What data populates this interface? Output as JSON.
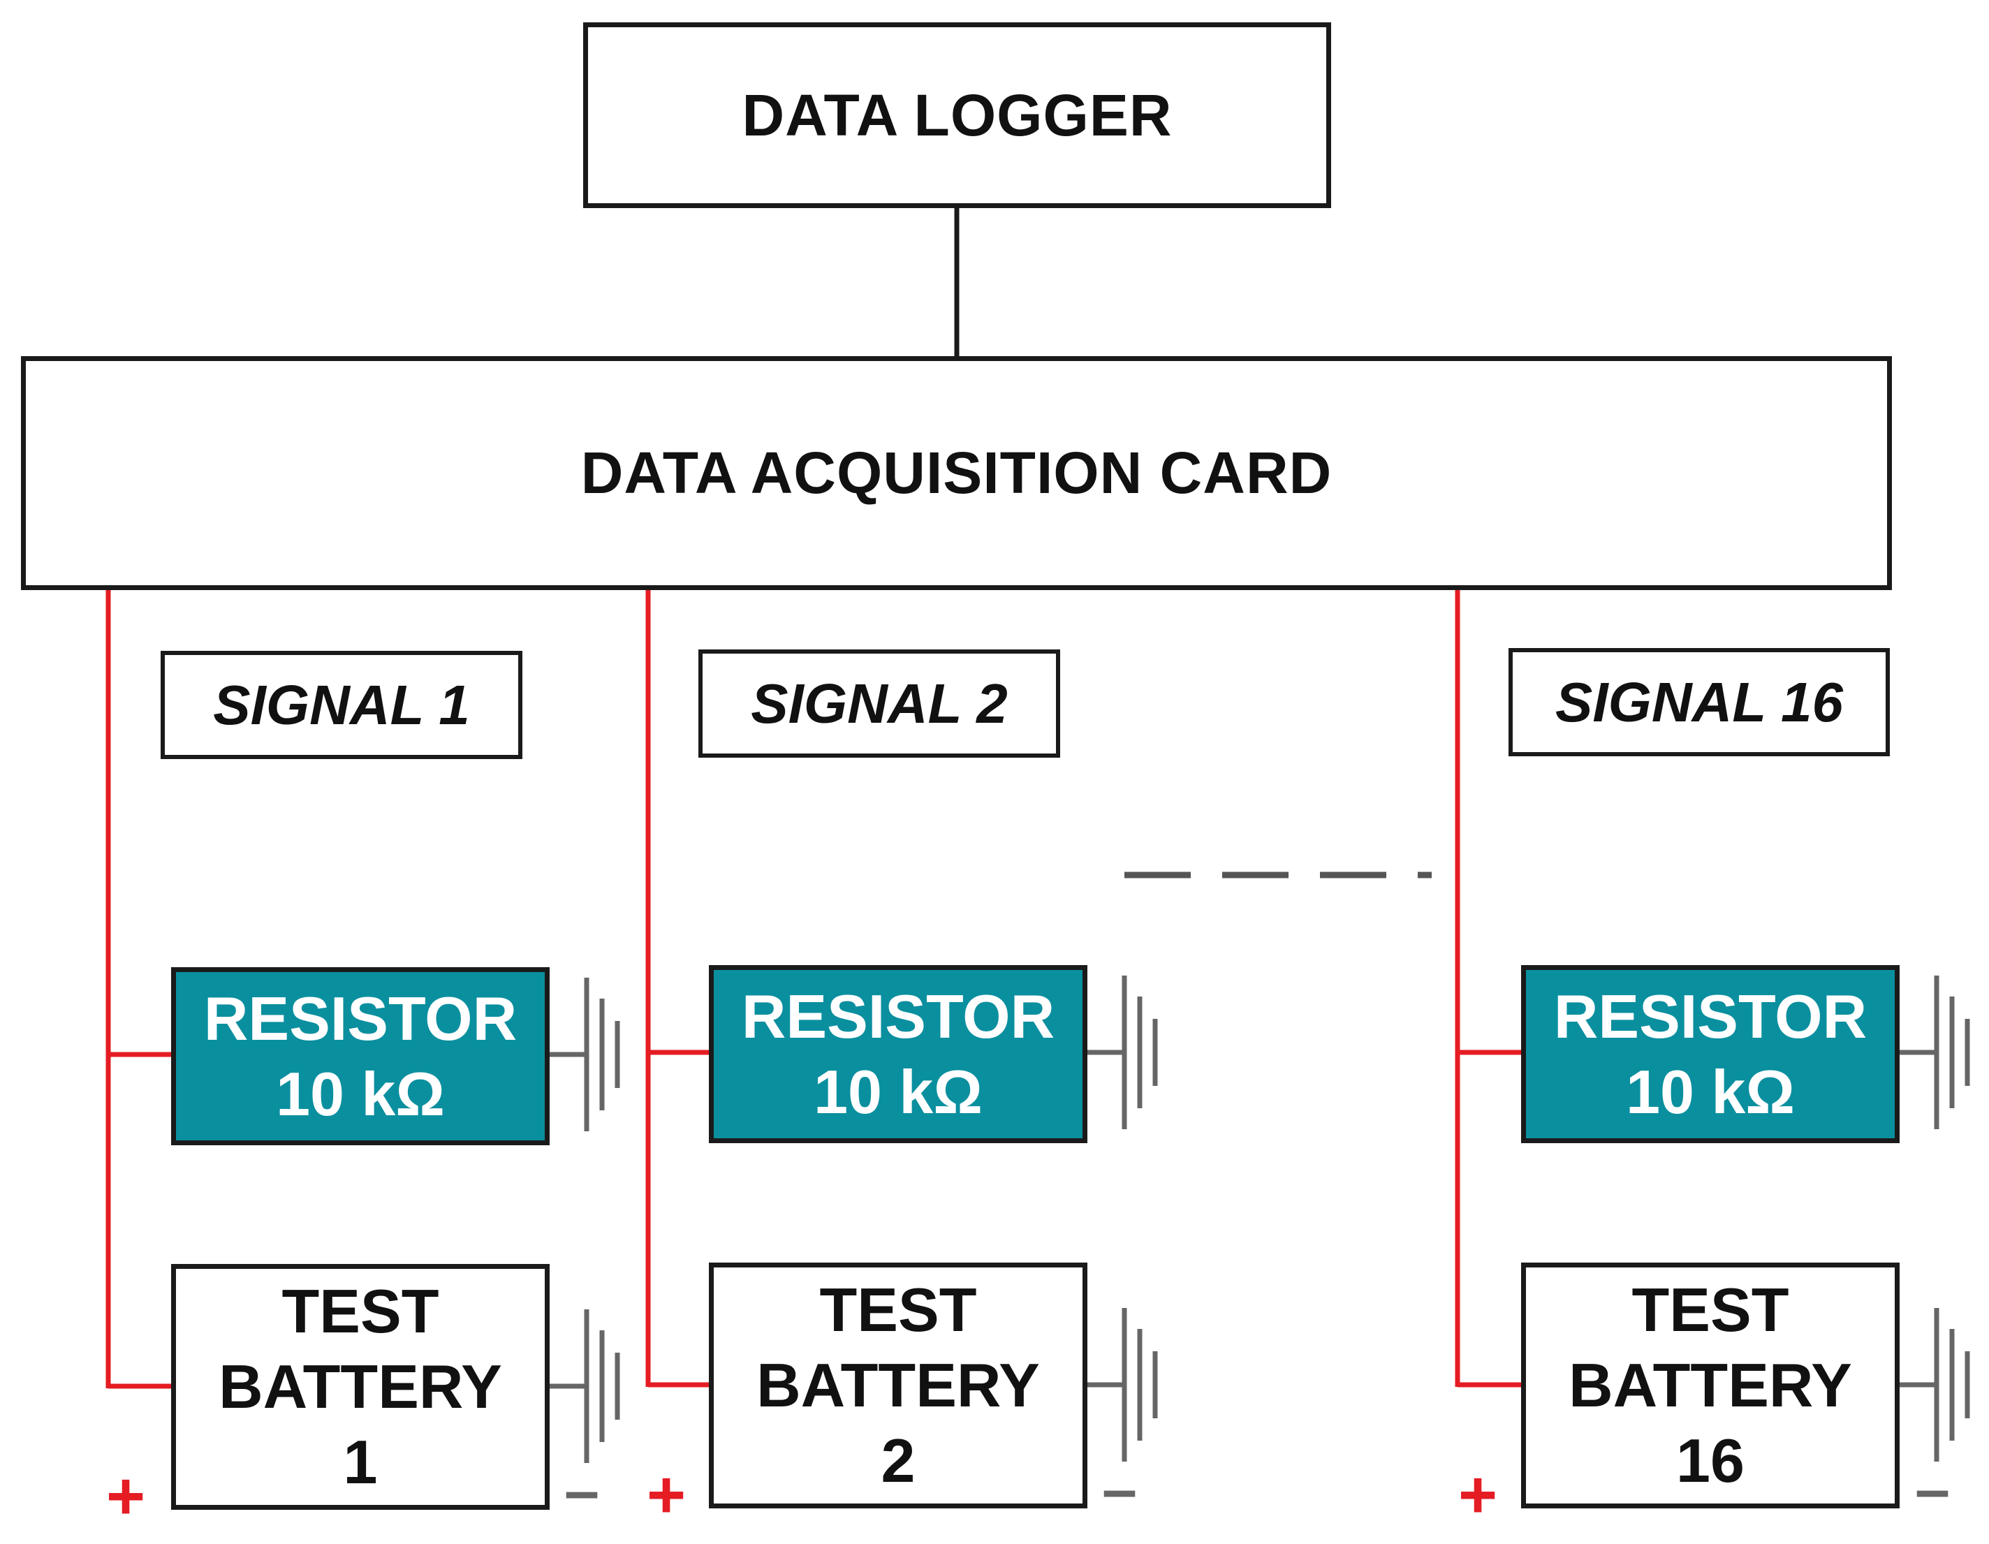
{
  "diagram": {
    "data_logger": "DATA LOGGER",
    "acquisition_card": "DATA ACQUISITION CARD",
    "channels": [
      {
        "signal": "SIGNAL 1",
        "resistor_line1": "RESISTOR",
        "resistor_line2": "10 kΩ",
        "battery_line1": "TEST",
        "battery_line2": "BATTERY",
        "battery_line3": "1",
        "plus": "+",
        "minus": "–"
      },
      {
        "signal": "SIGNAL 2",
        "resistor_line1": "RESISTOR",
        "resistor_line2": "10 kΩ",
        "battery_line1": "TEST",
        "battery_line2": "BATTERY",
        "battery_line3": "2",
        "plus": "+",
        "minus": "–"
      },
      {
        "signal": "SIGNAL 16",
        "resistor_line1": "RESISTOR",
        "resistor_line2": "10 kΩ",
        "battery_line1": "TEST",
        "battery_line2": "BATTERY",
        "battery_line3": "16",
        "plus": "+",
        "minus": "–"
      }
    ]
  },
  "colors": {
    "signal_wire": "#e51c23",
    "resistor_fill": "#0a8f9f",
    "ground_symbol": "#666666",
    "box_border": "#1a1a1a"
  }
}
